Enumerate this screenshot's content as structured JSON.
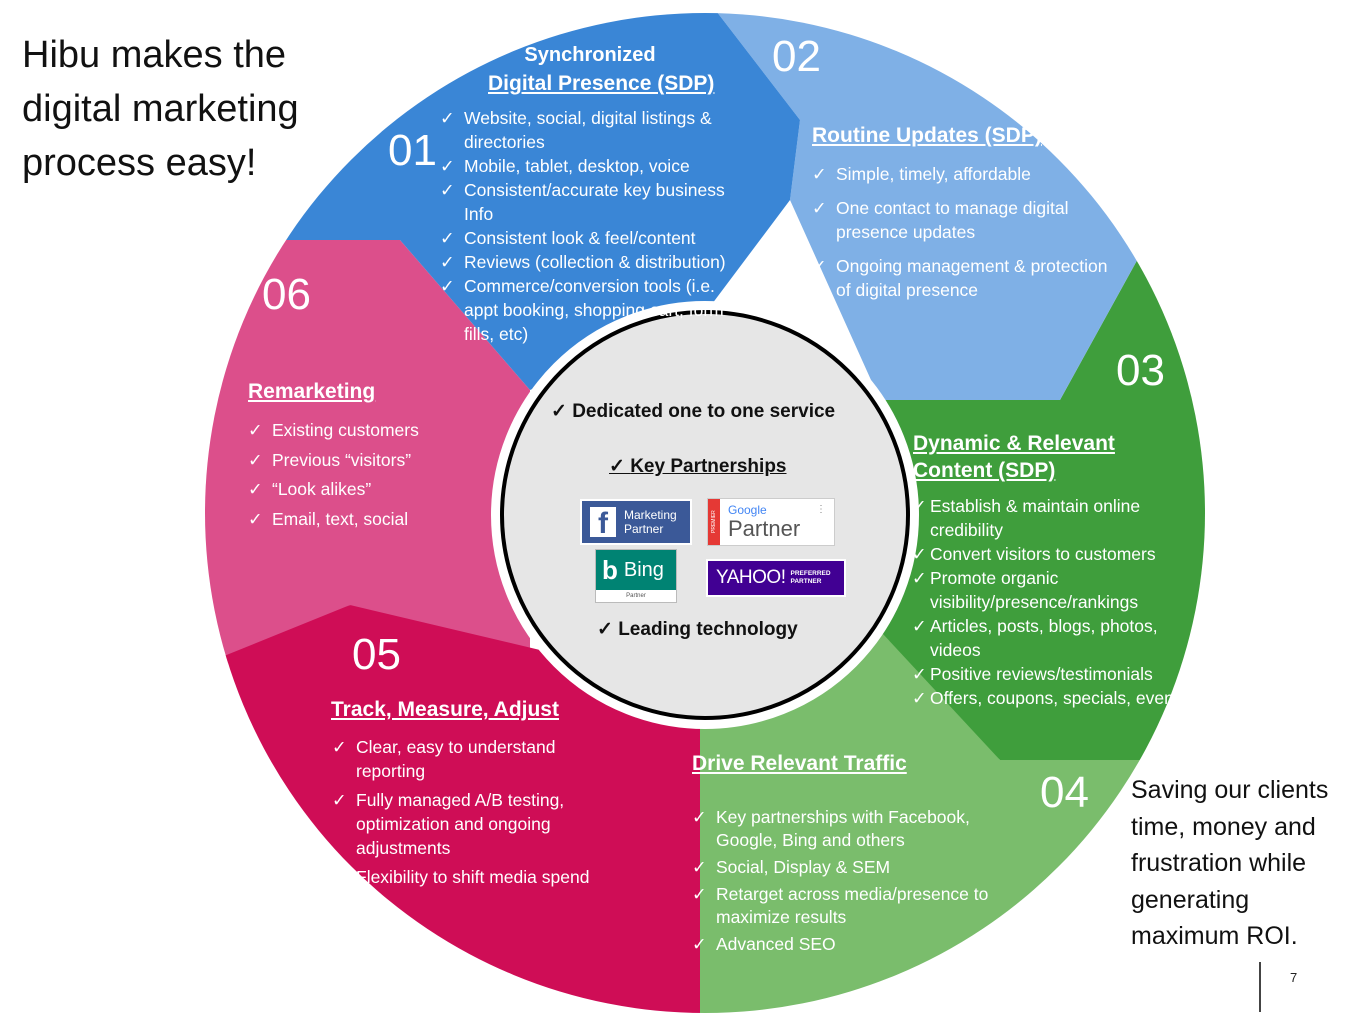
{
  "heading": "Hibu makes the digital marketing process easy!",
  "side_text": "Saving our clients time, money and frustration while generating maximum ROI.",
  "page_number": "7",
  "colors": {
    "seg01": "#3a86d6",
    "seg02": "#7fb0e6",
    "seg03": "#3f9e3c",
    "seg04": "#7abd6c",
    "seg05": "#cf0d56",
    "seg06": "#dc4f8b",
    "center": "#e6e6e6"
  },
  "segments": {
    "s01": {
      "number": "01",
      "subtitle": "Synchronized",
      "title": "Digital Presence (SDP)",
      "items": [
        "Website, social, digital listings & directories",
        "Mobile, tablet, desktop, voice",
        "Consistent/accurate key business Info",
        "Consistent look & feel/content",
        "Reviews (collection & distribution)",
        "Commerce/conversion tools (i.e. appt booking, shopping cart, form fills, etc)"
      ]
    },
    "s02": {
      "number": "02",
      "title": "Routine Updates (SDP)",
      "items": [
        "Simple, timely, affordable",
        "One contact to manage digital presence updates",
        "Ongoing management & protection of digital presence"
      ]
    },
    "s03": {
      "number": "03",
      "title": "Dynamic & Relevant Content (SDP)",
      "items": [
        "Establish & maintain online credibility",
        "Convert visitors to customers",
        "Promote organic visibility/presence/rankings",
        "Articles, posts, blogs, photos, videos",
        "Positive reviews/testimonials",
        "Offers, coupons, specials, events"
      ]
    },
    "s04": {
      "number": "04",
      "title": "Drive Relevant Traffic",
      "items": [
        "Key partnerships with Facebook, Google, Bing and others",
        "Social, Display & SEM",
        "Retarget across media/presence to maximize results",
        "Advanced SEO"
      ]
    },
    "s05": {
      "number": "05",
      "title": "Track, Measure, Adjust",
      "items": [
        "Clear, easy to understand reporting",
        "Fully managed A/B testing, optimization and ongoing adjustments",
        "Flexibility to shift media spend"
      ]
    },
    "s06": {
      "number": "06",
      "title": "Remarketing",
      "items": [
        "Existing customers",
        "Previous “visitors”",
        "“Look alikes”",
        "Email, text, social"
      ]
    }
  },
  "center": {
    "item1": "Dedicated one to one service",
    "item2": "Key Partnerships",
    "item3": "Leading technology",
    "logos": {
      "facebook": {
        "line1": "Marketing",
        "line2": "Partner",
        "icon": "f"
      },
      "google": {
        "brand": "Google",
        "label": "Partner",
        "badge": "PREMIER"
      },
      "bing": {
        "label": "Bing",
        "sub": "Partner"
      },
      "yahoo": {
        "label": "YAHOO!",
        "sub1": "PREFERRED",
        "sub2": "PARTNER"
      }
    }
  }
}
